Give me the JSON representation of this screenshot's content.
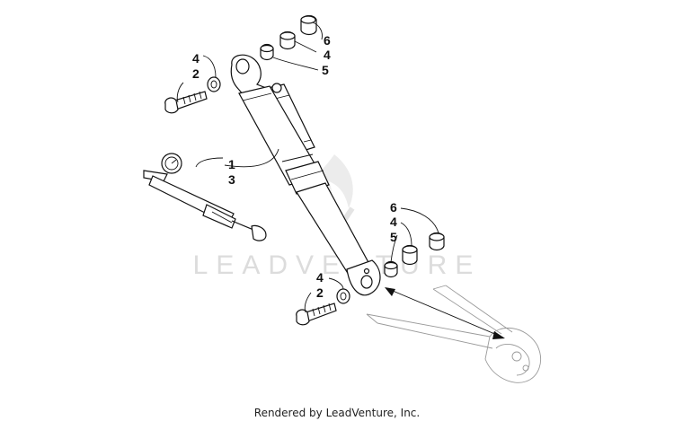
{
  "watermark": {
    "text": "LEADVENTURE"
  },
  "footer": {
    "text": "Rendered by LeadVenture, Inc."
  },
  "callouts": {
    "c_top_6": "6",
    "c_top_4": "4",
    "c_top_5": "5",
    "c_left_4": "4",
    "c_left_2": "2",
    "c_shock_1": "1",
    "c_shock_3": "3",
    "c_right_6": "6",
    "c_right_4": "4",
    "c_right_5": "5",
    "c_bottom_4": "4",
    "c_bottom_2": "2"
  },
  "colors": {
    "line": "#111111",
    "watermark": "#dcdcdc",
    "ghost": "#9a9a9a"
  }
}
